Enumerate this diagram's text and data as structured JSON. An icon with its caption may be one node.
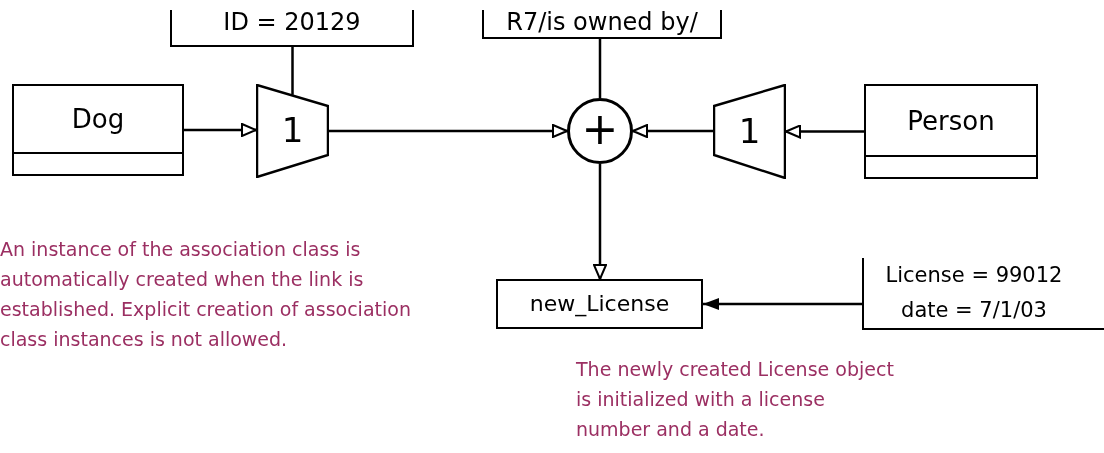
{
  "diagram": {
    "nodes": [
      {
        "text": [
          "Dog"
        ]
      },
      {
        "text": [
          "1"
        ]
      },
      {
        "text": [
          "ID = 20129"
        ]
      },
      {
        "text": [
          "+"
        ]
      },
      {
        "text": [
          "R7/is owned by/"
        ]
      },
      {
        "text": [
          "1"
        ]
      },
      {
        "text": [
          "Person"
        ]
      },
      {
        "text": [
          "new_License"
        ]
      },
      {
        "text": [
          "License = 99012",
          "date = 7/1/03"
        ]
      }
    ],
    "edges": [
      {
        "from": 0,
        "to": 1,
        "arrow": "to"
      },
      {
        "from": 1,
        "to": 3,
        "arrow": "to"
      },
      {
        "from": 5,
        "to": 3,
        "arrow": "to"
      },
      {
        "from": 6,
        "to": 5,
        "arrow": "to"
      },
      {
        "from": 3,
        "to": 7,
        "arrow": "to"
      },
      {
        "from": 2,
        "to": 1,
        "arrow": "none"
      },
      {
        "from": 4,
        "to": 3,
        "arrow": "none"
      },
      {
        "from": 8,
        "to": 7,
        "arrow": "to"
      }
    ],
    "labels": [
      "An instance of the association class is automatically created when the link is established. Explicit creation of association class instances is not allowed.",
      "The newly created License object is initialized with a license number and a date."
    ]
  }
}
